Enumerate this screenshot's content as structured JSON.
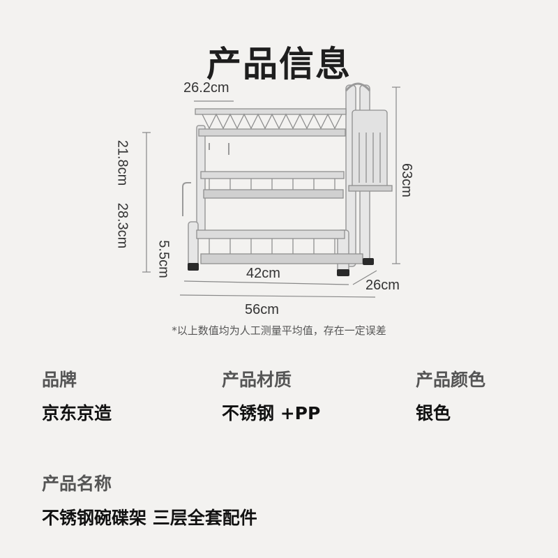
{
  "title": "产品信息",
  "dimensions": {
    "top_shelf_width": "26.2cm",
    "upper_height": "21.8cm",
    "middle_height": "28.3cm",
    "bottom_height": "5.5cm",
    "total_height": "63cm",
    "inner_width": "42cm",
    "depth": "26cm",
    "total_width": "56cm"
  },
  "note": "*以上数值均为人工测量平均值，存在一定误差",
  "specs": {
    "brand_label": "品牌",
    "brand_value": "京东京造",
    "material_label": "产品材质",
    "material_value": "不锈钢 +PP",
    "color_label": "产品颜色",
    "color_value": "银色",
    "name_label": "产品名称",
    "name_value": "不锈钢碗碟架 三层全套配件"
  },
  "colors": {
    "background": "#f3f2f0",
    "metal": "#c9c9c9",
    "metal_dark": "#9a9a9a",
    "feet": "#2a2a2a"
  }
}
